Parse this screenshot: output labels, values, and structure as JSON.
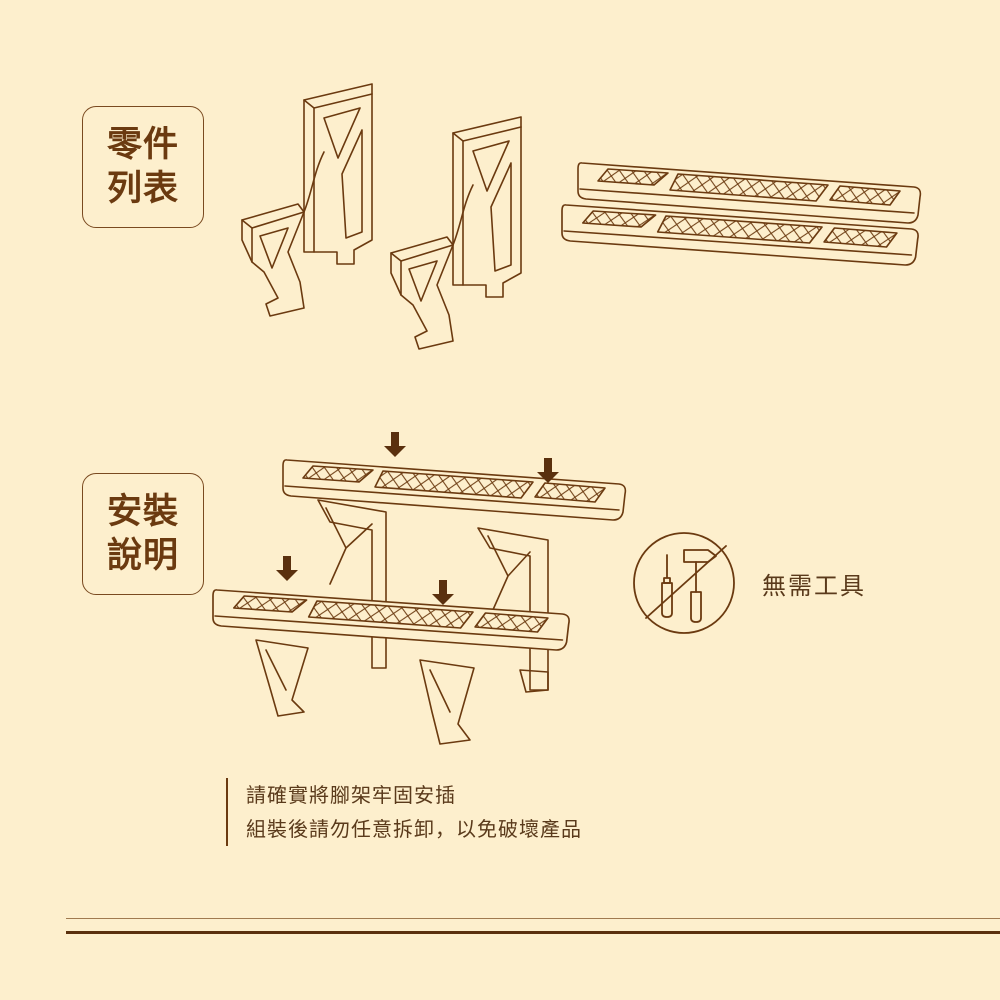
{
  "parts_section": {
    "label_line1": "零件",
    "label_line2": "列表"
  },
  "install_section": {
    "label_line1": "安裝",
    "label_line2": "說明"
  },
  "no_tools": {
    "icon": "no-tools-icon",
    "label": "無需工具"
  },
  "notes": {
    "line1": "請確實將腳架牢固安插",
    "line2": "組裝後請勿任意拆卸，以免破壞產品"
  },
  "colors": {
    "background": "#fdefcd",
    "line": "#6b3a10",
    "accent": "#5a300e"
  }
}
